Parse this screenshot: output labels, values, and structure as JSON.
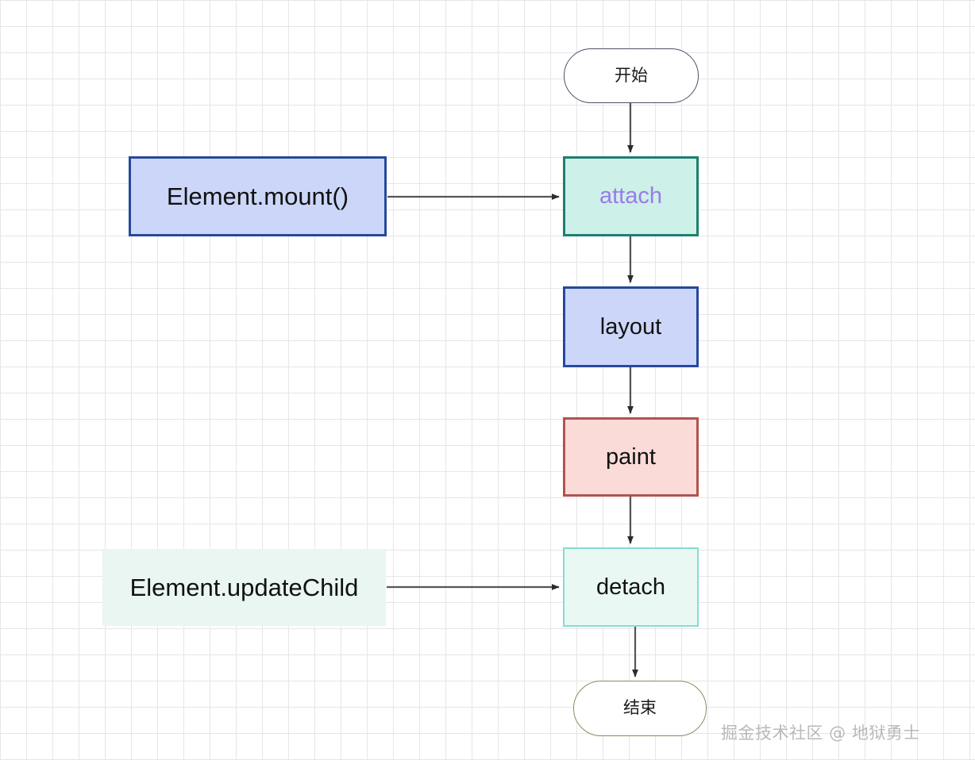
{
  "diagram": {
    "title": "Flutter Element render pipeline flowchart",
    "background": {
      "grid_color": "#e6e6e6",
      "grid_size": 33,
      "page_color": "#ffffff"
    },
    "nodes": [
      {
        "id": "start",
        "label": "开始",
        "shape": "terminator",
        "fill": "#ffffff",
        "stroke": "#4b4f6b",
        "text_color": "#1a1a1a"
      },
      {
        "id": "mount",
        "label": "Element.mount()",
        "shape": "rectangle",
        "fill": "#ccd6f8",
        "stroke": "#27489c",
        "text_color": "#111111"
      },
      {
        "id": "attach",
        "label": "attach",
        "shape": "rectangle",
        "fill": "#cdf0e8",
        "stroke": "#1d7f70",
        "text_color": "#9b7aec"
      },
      {
        "id": "layout",
        "label": "layout",
        "shape": "rectangle",
        "fill": "#ccd6f8",
        "stroke": "#27489c",
        "text_color": "#111111"
      },
      {
        "id": "paint",
        "label": "paint",
        "shape": "rectangle",
        "fill": "#fadbd8",
        "stroke": "#b1534f",
        "text_color": "#111111"
      },
      {
        "id": "updatechild",
        "label": "Element.updateChild",
        "shape": "rectangle",
        "fill": "#e9f6f2",
        "stroke": "none",
        "text_color": "#111111"
      },
      {
        "id": "detach",
        "label": "detach",
        "shape": "rectangle",
        "fill": "#eaf8f4",
        "stroke": "#86dcd4",
        "text_color": "#111111"
      },
      {
        "id": "end",
        "label": "结束",
        "shape": "terminator",
        "fill": "#ffffff",
        "stroke": "#8d8b5d",
        "text_color": "#1a1a1a"
      }
    ],
    "edges": [
      {
        "from": "start",
        "to": "attach",
        "direction": "down",
        "arrow": true
      },
      {
        "from": "mount",
        "to": "attach",
        "direction": "right",
        "arrow": true
      },
      {
        "from": "attach",
        "to": "layout",
        "direction": "down",
        "arrow": true
      },
      {
        "from": "layout",
        "to": "paint",
        "direction": "down",
        "arrow": true
      },
      {
        "from": "paint",
        "to": "detach",
        "direction": "down",
        "arrow": true
      },
      {
        "from": "updatechild",
        "to": "detach",
        "direction": "right",
        "arrow": true
      },
      {
        "from": "detach",
        "to": "end",
        "direction": "down",
        "arrow": true
      }
    ],
    "edge_color": "#555555",
    "watermark": "掘金技术社区 @ 地狱勇士"
  }
}
